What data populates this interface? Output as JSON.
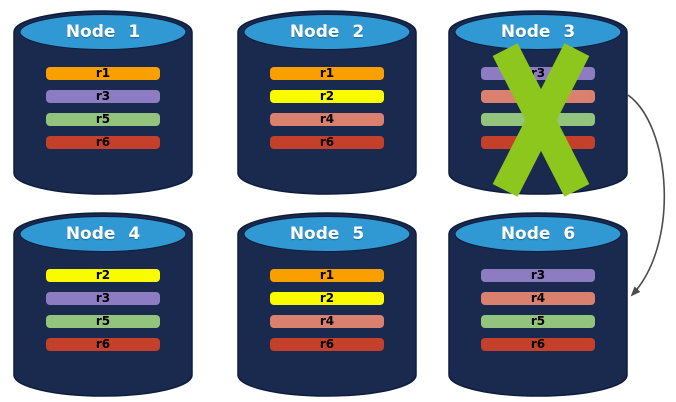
{
  "colors": {
    "theme": {
      "background": "#ffffff",
      "cylinder-body": "#1a2a4e",
      "cylinder-outline": "#0e1d3c",
      "cylinder-top": "#3099d4",
      "node-title-text": "#ffffff",
      "replica-label-text": "#000000",
      "failure-x": "#8dc71e",
      "arrow": "#4d4d4d"
    },
    "replicas": {
      "r1": "#f9a000",
      "r2": "#fbfb00",
      "r3": "#8e7cc3",
      "r4": "#d9806f",
      "r5": "#93c47d",
      "r6": "#c4402a"
    }
  },
  "nodes": [
    {
      "title": "Node 1",
      "failed": false,
      "replicas": [
        "r1",
        "r3",
        "r5",
        "r6"
      ]
    },
    {
      "title": "Node 2",
      "failed": false,
      "replicas": [
        "r1",
        "r2",
        "r4",
        "r6"
      ]
    },
    {
      "title": "Node 3",
      "failed": true,
      "replicas": [
        "r3",
        "r4",
        "r5",
        "r6"
      ]
    },
    {
      "title": "Node 4",
      "failed": false,
      "replicas": [
        "r2",
        "r3",
        "r5",
        "r6"
      ]
    },
    {
      "title": "Node 5",
      "failed": false,
      "replicas": [
        "r1",
        "r2",
        "r4",
        "r6"
      ]
    },
    {
      "title": "Node 6",
      "failed": false,
      "replicas": [
        "r3",
        "r4",
        "r5",
        "r6"
      ]
    }
  ],
  "arrow": {
    "from": "Node 3",
    "to": "Node 6"
  }
}
